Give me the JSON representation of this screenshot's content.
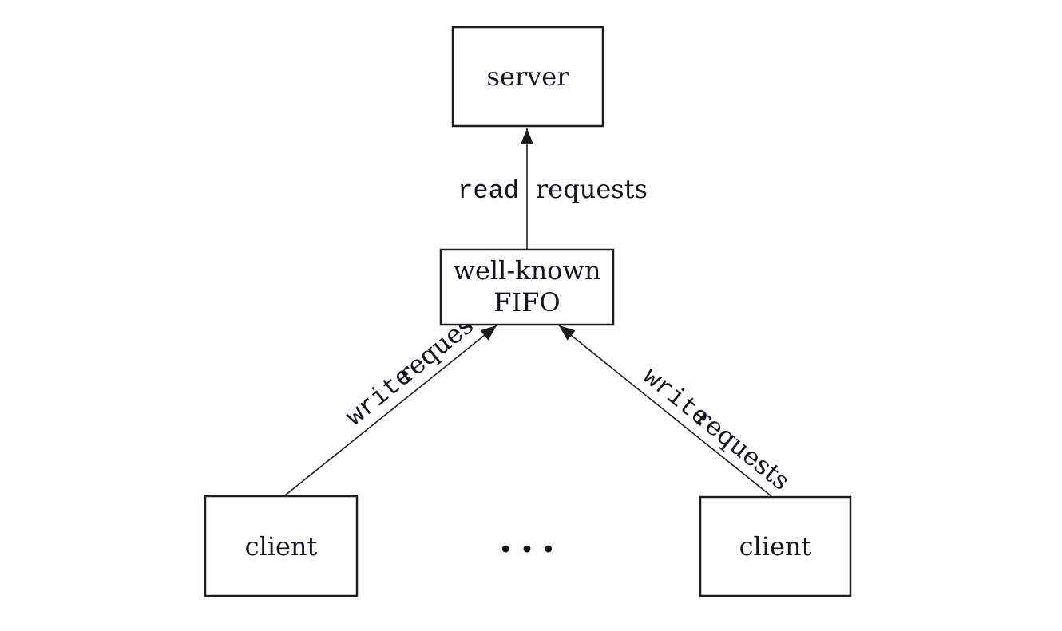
{
  "theme": {
    "background": "#ffffff",
    "line_color": "#1c1c1c",
    "text_color": "#14141f"
  },
  "nodes": {
    "server": {
      "label": "server"
    },
    "fifo": {
      "line1": "well-known",
      "line2": "FIFO"
    },
    "client_left": {
      "label": "client"
    },
    "client_right": {
      "label": "client"
    }
  },
  "edges": {
    "read": {
      "keyword": "read",
      "rest": "requests"
    },
    "write_left": {
      "keyword": "write",
      "rest": "requests"
    },
    "write_right": {
      "keyword": "write",
      "rest": "requests"
    }
  },
  "ellipsis": "..."
}
